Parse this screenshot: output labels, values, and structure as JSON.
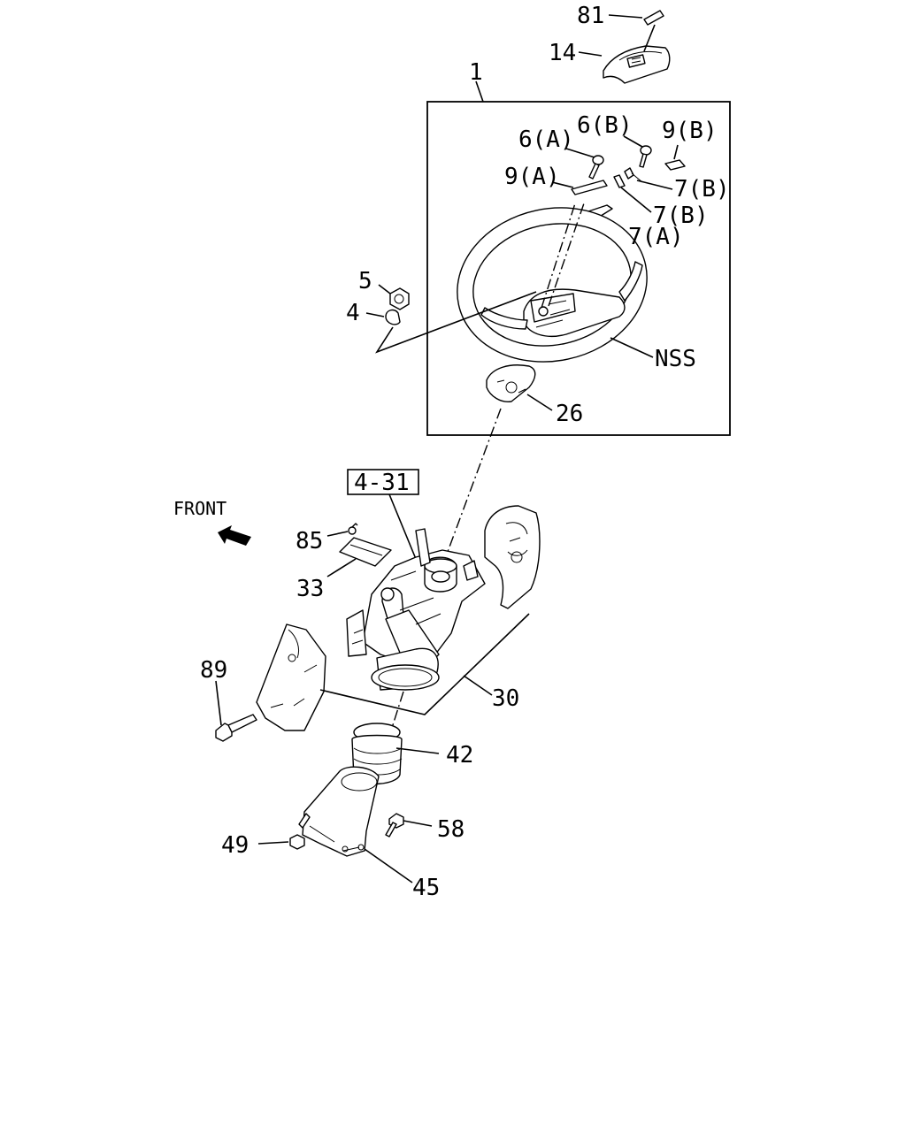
{
  "diagram": {
    "callouts": {
      "p81": "81",
      "p14": "14",
      "p1": "1",
      "p6a": "6(A)",
      "p6b": "6(B)",
      "p9b": "9(B)",
      "p9a": "9(A)",
      "p7b_1": "7(B)",
      "p7b_2": "7(B)",
      "p7a": "7(A)",
      "p5": "5",
      "p4": "4",
      "nss": "NSS",
      "p26": "26",
      "ref_4_31": "4-31",
      "front": "FRONT",
      "p85": "85",
      "p33": "33",
      "p89": "89",
      "p30": "30",
      "p42": "42",
      "p58": "58",
      "p49": "49",
      "p45": "45"
    }
  }
}
